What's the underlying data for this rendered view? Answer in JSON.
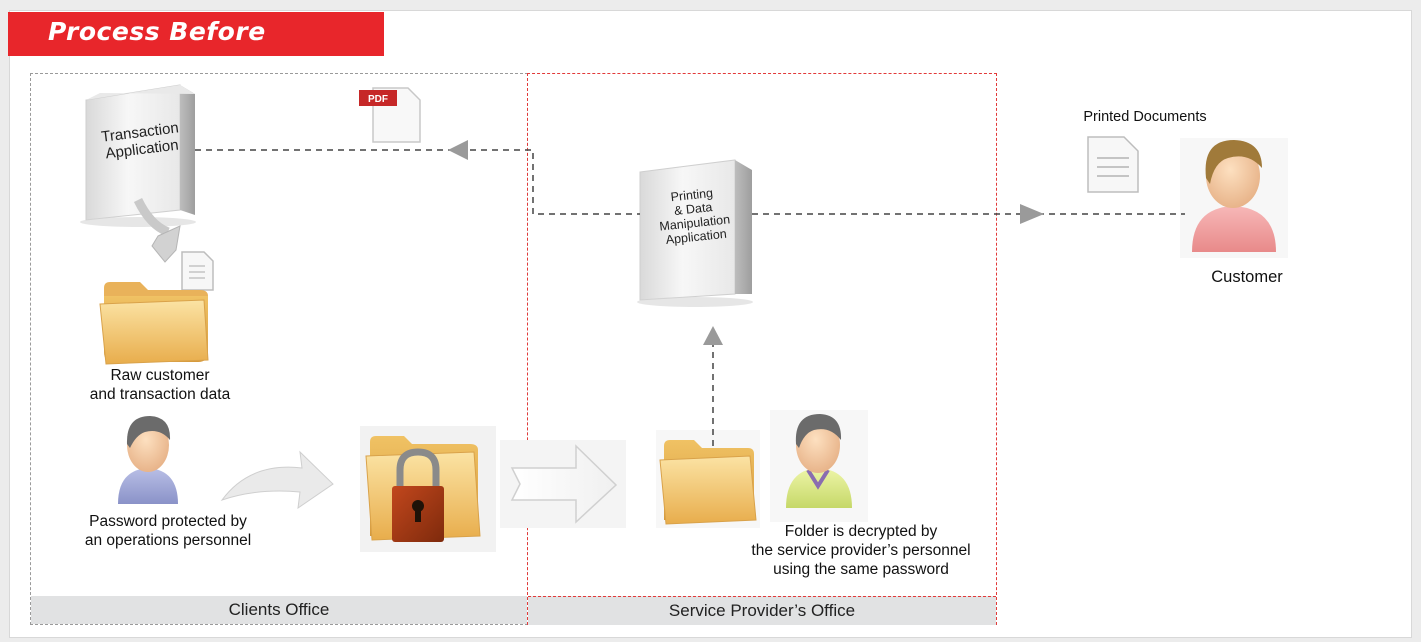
{
  "header": {
    "title": "Process Before"
  },
  "zones": {
    "clients_office": "Clients Office",
    "service_provider_office": "Service Provider’s Office"
  },
  "nodes": {
    "transaction_app": {
      "line1": "Transaction",
      "line2": "Application"
    },
    "printing_app": {
      "line1": "Printing",
      "line2": "& Data",
      "line3": "Manipulation",
      "line4": "Application"
    },
    "pdf_badge": "PDF",
    "raw_data": {
      "line1": "Raw customer",
      "line2": "and transaction data"
    },
    "password": {
      "line1": "Password protected by",
      "line2": "an operations personnel"
    },
    "decrypt": {
      "line1": "Folder is decrypted by",
      "line2": "the service provider’s personnel",
      "line3": "using the same password"
    },
    "printed_documents": "Printed Documents",
    "customer": "Customer"
  },
  "colors": {
    "accent": "#e8262b",
    "provider_border": "#e23a3a",
    "folder": "#f2c46d",
    "arrow": "#9a9a9a"
  }
}
